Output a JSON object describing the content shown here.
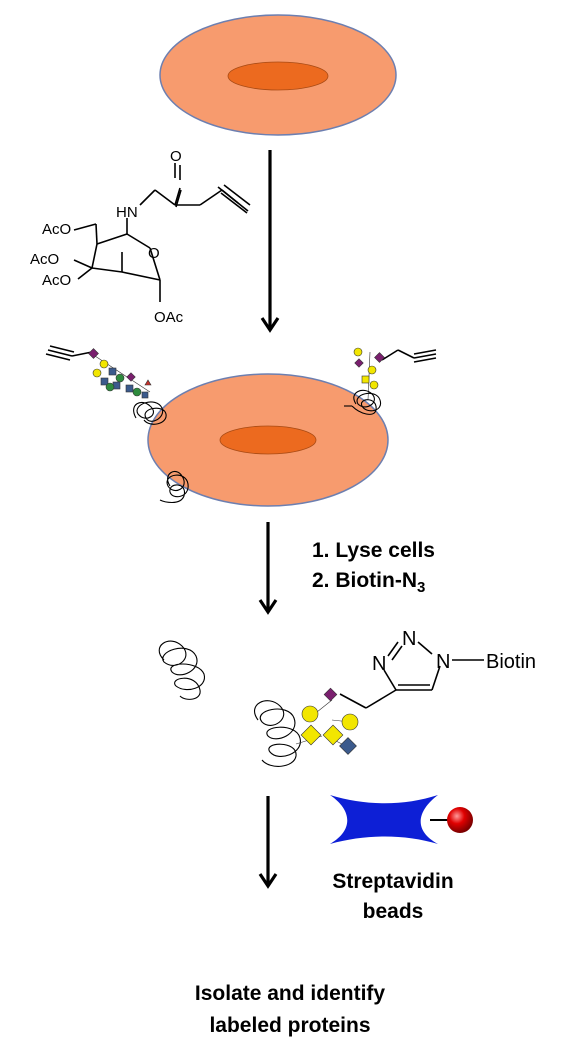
{
  "molecule": {
    "carbonyl_o": "O",
    "nh": "HN",
    "acetoxy_1": "AcO",
    "acetoxy_2": "AcO",
    "acetoxy_3": "AcO",
    "ring_o": "O",
    "acetoxy_anomeric": "OAc"
  },
  "steps": {
    "lyse": "1. Lyse cells",
    "biotin_n3_prefix": "2. Biotin-N",
    "biotin_n3_subscript": "3"
  },
  "triazole": {
    "n1": "N",
    "n2": "N",
    "n3": "N",
    "biotin": "Biotin"
  },
  "beads": {
    "line1": "Streptavidin",
    "line2": "beads"
  },
  "caption": {
    "line1": "Isolate and identify",
    "line2": "labeled proteins"
  },
  "colors": {
    "cell_body": "#f79b6e",
    "cell_outline": "#6d7fb0",
    "nucleus": "#ec6a1f",
    "glycan_yellow": "#f2e600",
    "glycan_blue": "#3b5a8c",
    "glycan_purple": "#7a1f6e",
    "glycan_green": "#2e8b3d",
    "glycan_red": "#c4322c",
    "streptavidin": "#0d1fd6",
    "bead": "#d90000"
  }
}
